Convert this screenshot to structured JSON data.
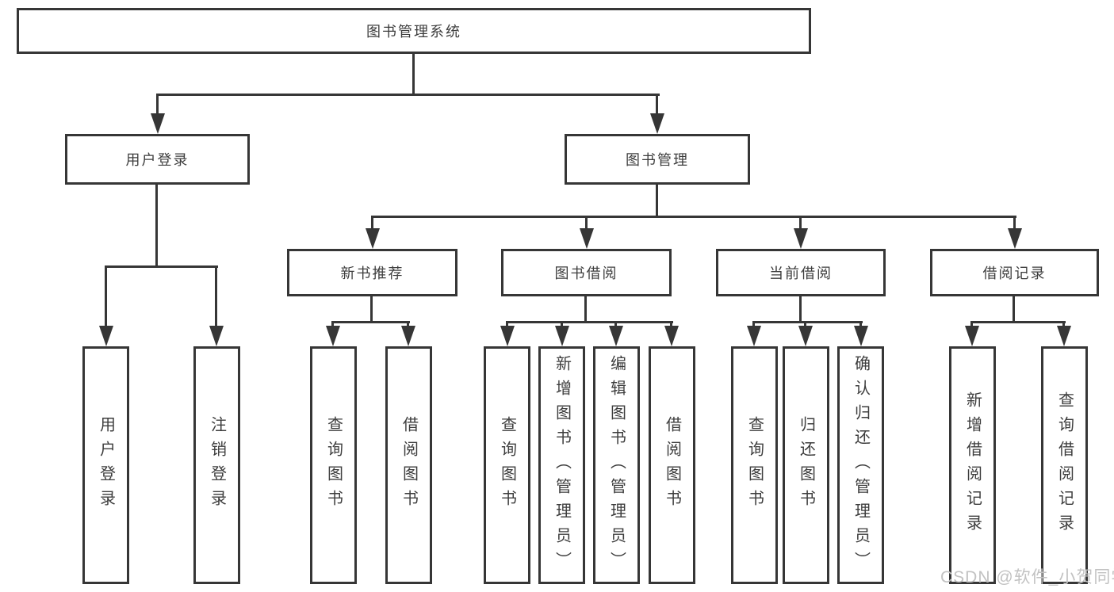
{
  "watermark": "CSDN @软件_小贺同学",
  "colors": {
    "line": "#363636",
    "text": "#3d3d3d",
    "background": "#ffffff",
    "watermark": "#c2c2c2"
  },
  "tree": {
    "root": {
      "label": "图书管理系统"
    },
    "branches": [
      {
        "label": "用户登录",
        "leaves": [
          "用户登录",
          "注销登录"
        ]
      },
      {
        "label": "图书管理",
        "groups": [
          {
            "label": "新书推荐",
            "leaves": [
              "查询图书",
              "借阅图书"
            ]
          },
          {
            "label": "图书借阅",
            "leaves": [
              "查询图书",
              "新增图书（管理员）",
              "编辑图书（管理员）",
              "借阅图书"
            ]
          },
          {
            "label": "当前借阅",
            "leaves": [
              "查询图书",
              "归还图书",
              "确认归还（管理员）"
            ]
          },
          {
            "label": "借阅记录",
            "leaves": [
              "新增借阅记录",
              "查询借阅记录"
            ]
          }
        ]
      }
    ]
  }
}
